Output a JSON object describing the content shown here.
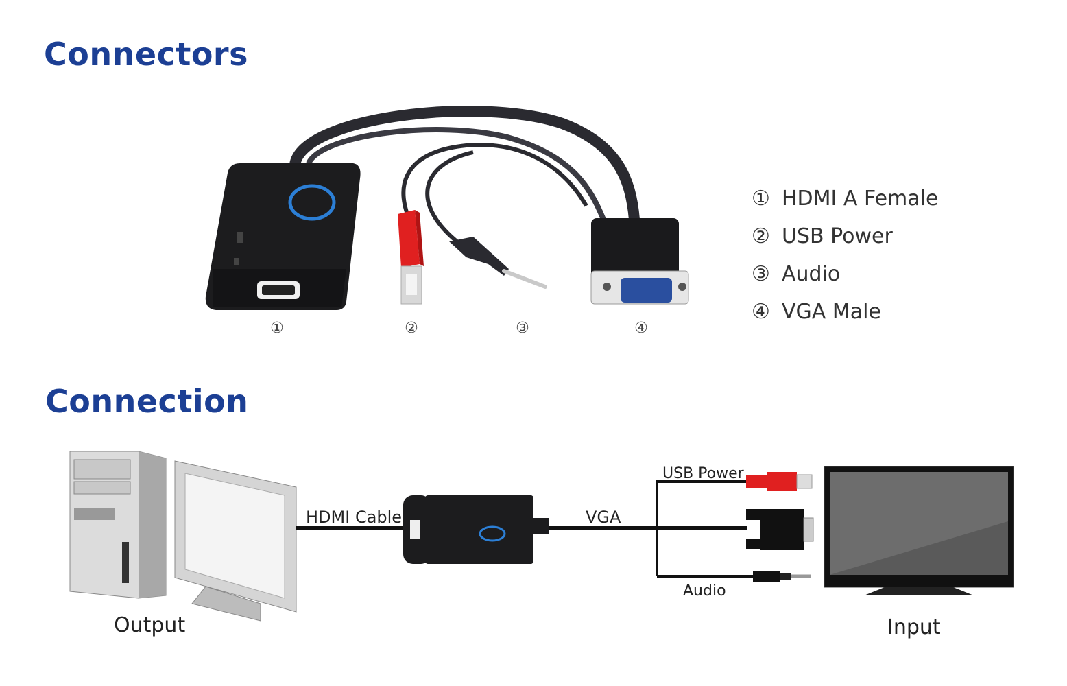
{
  "sections": {
    "connectors_title": "Connectors",
    "connection_title": "Connection"
  },
  "connectors": {
    "numbers": [
      "①",
      "②",
      "③",
      "④"
    ],
    "legend": [
      {
        "num": "①",
        "label": "HDMI A Female"
      },
      {
        "num": "②",
        "label": "USB Power"
      },
      {
        "num": "③",
        "label": "Audio"
      },
      {
        "num": "④",
        "label": "VGA Male"
      }
    ]
  },
  "connection": {
    "hdmi_cable": "HDMI Cable",
    "vga": "VGA",
    "usb_power": "USB Power",
    "audio": "Audio",
    "output": "Output",
    "input": "Input"
  },
  "colors": {
    "title_blue": "#1c3f94",
    "usb_red": "#e02020",
    "device_black": "#1c1c1e",
    "vga_blue": "#2a4f9f"
  }
}
